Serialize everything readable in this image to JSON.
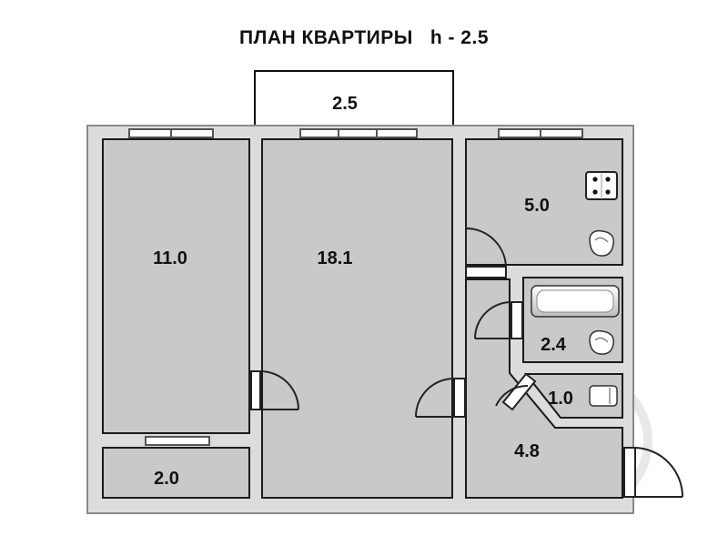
{
  "title": "ПЛАН КВАРТИРЫ   h - 2.5",
  "balcony": {
    "area": "2.5"
  },
  "rooms": {
    "bedroom": {
      "area": "11.0"
    },
    "living": {
      "area": "18.1"
    },
    "kitchen": {
      "area": "5.0"
    },
    "bathroom": {
      "area": "2.4"
    },
    "toilet": {
      "area": "1.0"
    },
    "hallway": {
      "area": "4.8"
    },
    "storage": {
      "area": "2.0"
    }
  },
  "colors": {
    "wall": "#d9d9d9",
    "wall_edge": "#8a8a8a",
    "room_fill": "#c8c8c8",
    "room_edge": "#1a1a1a",
    "window": "#555555",
    "door": "#222222",
    "watermark": "#e4e4e4"
  },
  "icons": [
    "stove-icon",
    "sink-icon",
    "bathtub-icon",
    "washbasin-icon",
    "toilet-icon"
  ],
  "watermark": {
    "letter": "Р"
  }
}
